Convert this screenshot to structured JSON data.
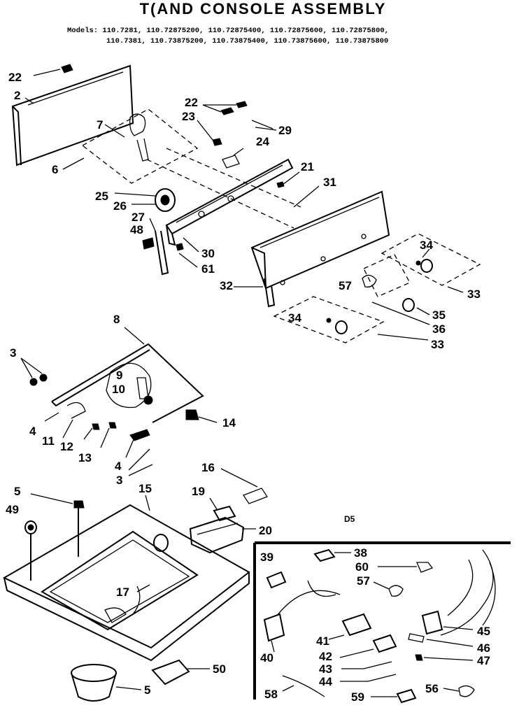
{
  "title": "T(AND CONSOLE ASSEMBLY",
  "models_line1": "Models: 110.7281, 110.72875200, 110.72875400, 110.72875600, 110.72875800,",
  "models_line2": "110.7381, 110.73875200, 110.73875400, 110.73875600, 110.73875800",
  "section_label": "D5",
  "labels": {
    "p22a": "22",
    "p2": "2",
    "p6": "6",
    "p7": "7",
    "p22b": "22",
    "p29": "29",
    "p23": "23",
    "p24": "24",
    "p21": "21",
    "p31": "31",
    "p25": "25",
    "p26": "26",
    "p27": "27",
    "p48": "48",
    "p30": "30",
    "p61": "61",
    "p32": "32",
    "p34a": "34",
    "p57a": "57",
    "p33a": "33",
    "p35": "35",
    "p36": "36",
    "p34b": "34",
    "p33b": "33",
    "p8": "8",
    "p3a": "3",
    "p9": "9",
    "p10": "10",
    "p4a": "4",
    "p11": "11",
    "p12": "12",
    "p13": "13",
    "p4b": "4",
    "p14": "14",
    "p3b": "3",
    "p16": "16",
    "p5a": "5",
    "p15": "15",
    "p19": "19",
    "p49": "49",
    "p20": "20",
    "p17": "17",
    "p50": "50",
    "p5b": "5",
    "p39": "39",
    "p38": "38",
    "p60": "60",
    "p57b": "57",
    "p45": "45",
    "p46": "46",
    "p47": "47",
    "p41": "41",
    "p40": "40",
    "p42": "42",
    "p43": "43",
    "p44": "44",
    "p58": "58",
    "p59": "59",
    "p56": "56"
  }
}
